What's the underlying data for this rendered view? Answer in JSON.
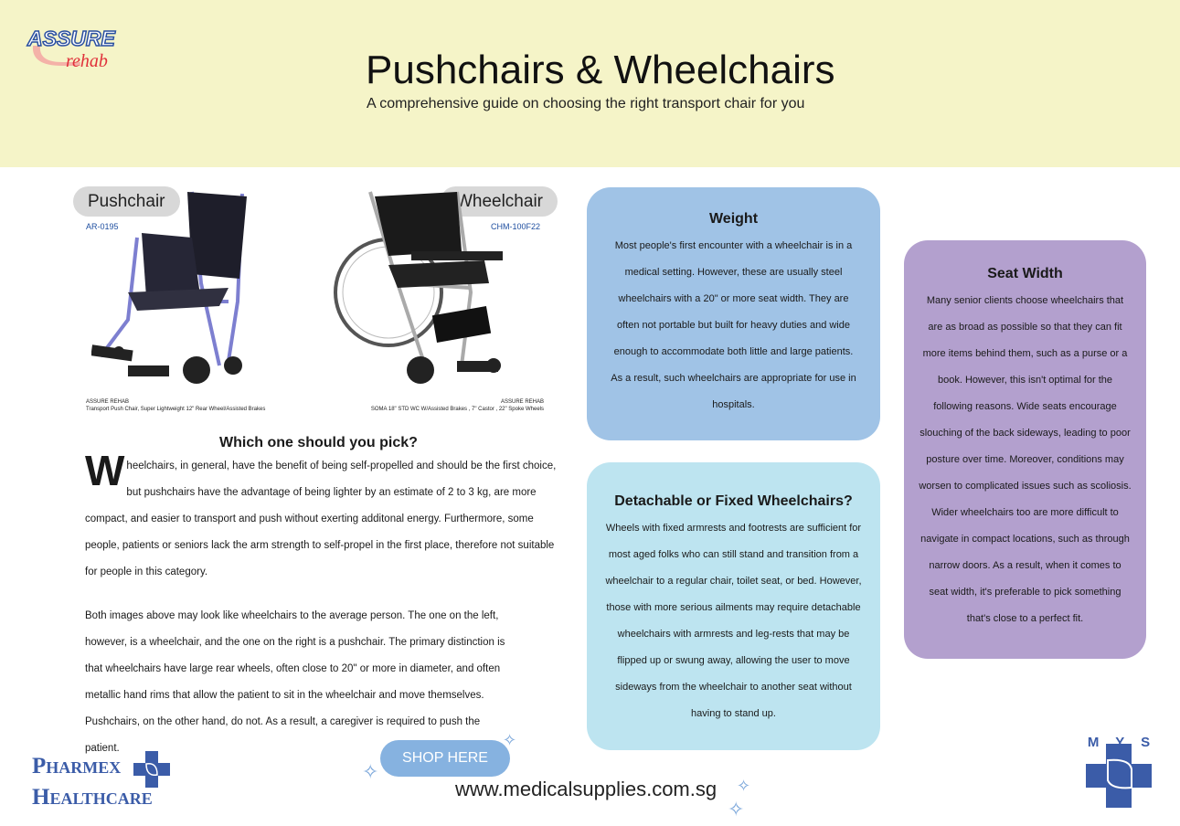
{
  "header": {
    "logo_text_top": "ASSURE",
    "logo_text_bottom": "rehab",
    "title": "Pushchairs & Wheelchairs",
    "subtitle": "A comprehensive guide on choosing the right transport chair for you"
  },
  "products": [
    {
      "label": "Pushchair",
      "code": "AR-0195",
      "brand": "ASSURE REHAB",
      "description": "Transport Push Chair, Super Lightweight 12\" Rear Wheel/Assisted Brakes"
    },
    {
      "label": "Wheelchair",
      "code": "CHM-100F22",
      "brand": "ASSURE REHAB",
      "description": "SOMA 18\" STD WC W/Assisted Brakes , 7\" Castor , 22\" Spoke Wheels"
    }
  ],
  "question": "Which one should you pick?",
  "paragraph1_dropcap": "W",
  "paragraph1": "heelchairs, in general,  have the benefit of being self-propelled and should be the first choice, but pushchairs have the advantage of being lighter by an estimate of 2 to 3 kg, are more compact, and easier to transport and push without exerting additonal energy. Furthermore, some people, patients or seniors lack the arm strength to self-propel in the first place, therefore not suitable for people in this category.",
  "paragraph2": "Both images above may look like wheelchairs to the average person. The one on the left, however, is a wheelchair, and the one on the right is a pushchair. The primary distinction is that wheelchairs have large rear wheels, often close to 20\" or more in diameter, and often metallic hand rims that allow the patient to sit in the wheelchair and move themselves. Pushchairs, on the other hand, do not. As a result, a caregiver is required to push the patient.",
  "cards": [
    {
      "title": "Weight",
      "body": "Most people's first encounter with a wheelchair is in a medical setting. However, these are usually steel wheelchairs with a 20\" or more seat width. They are often not portable but built for heavy duties and wide enough to accommodate both little and large patients. As a result, such wheelchairs are appropriate for use in hospitals.",
      "color": "#a0c3e6"
    },
    {
      "title": "Detachable or Fixed Wheelchairs?",
      "body": "Wheels with fixed armrests and footrests are sufficient for most aged folks who can still stand and transition from a wheelchair to a regular chair, toilet seat, or bed. However, those with more serious ailments may require detachable wheelchairs with armrests and leg-rests that may be flipped up or swung away, allowing the user to move sideways from the wheelchair to another seat without having to stand up.",
      "color": "#bde4f0"
    },
    {
      "title": "Seat Width",
      "body": "Many senior clients choose wheelchairs that are as broad as possible so that they can fit more items behind them, such as a purse or a book. However, this isn't optimal for the following reasons. Wide seats encourage slouching of the back sideways, leading to poor posture over time. Moreover, conditions may worsen to complicated issues such as scoliosis. Wider wheelchairs too are more difficult to navigate in compact locations, such as through narrow doors. As a result, when it comes to seat width, it's preferable to pick something that's close to a perfect fit.",
      "color": "#b3a0ce"
    }
  ],
  "footer": {
    "shop_label": "SHOP HERE",
    "url": "www.medicalsupplies.com.sg",
    "pharmex_line1": "Pharmex",
    "pharmex_line2": "Healthcare",
    "mys_letters": "M Y S"
  }
}
